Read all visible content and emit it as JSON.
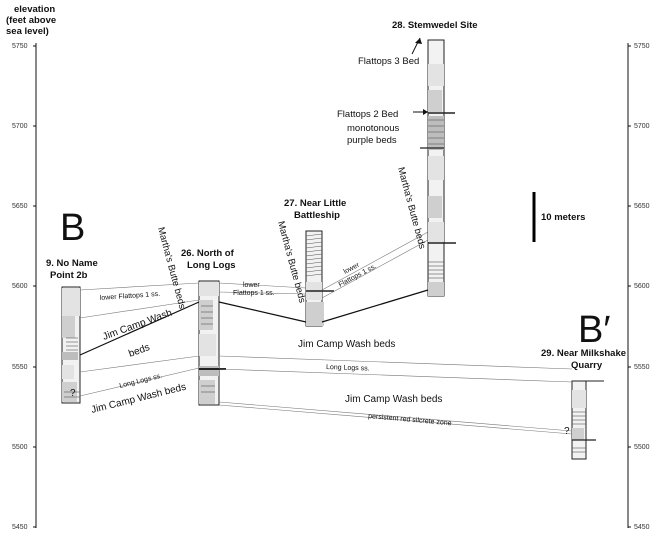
{
  "axis": {
    "title_lines": [
      "elevation",
      "(feet above",
      "sea level)"
    ],
    "ticks": [
      "5750",
      "5700",
      "5650",
      "5600",
      "5550",
      "5500",
      "5450"
    ],
    "right_ticks": [
      "5750",
      "5700",
      "5650",
      "5600",
      "5550",
      "5500",
      "5450"
    ]
  },
  "section_letters": {
    "left": "B",
    "right": "B′"
  },
  "scale_bar": {
    "label": "10 meters"
  },
  "sections": {
    "s9": [
      "9. No Name",
      "Point 2b"
    ],
    "s26": [
      "26. North of",
      "Long Logs"
    ],
    "s27": [
      "27. Near Little",
      "Battleship"
    ],
    "s28": [
      "28. Stemwedel Site"
    ],
    "s29": [
      "29. Near Milkshake",
      "Quarry"
    ]
  },
  "units": {
    "flattops3": "Flattops 3 Bed",
    "flattops2": "Flattops 2 Bed",
    "monotonous": [
      "monotonous",
      "purple beds"
    ],
    "marthas_1": "Martha's Butte beds",
    "marthas_2": "Martha's Butte beds",
    "marthas_3": "Martha's Butte beds",
    "lower_flattops_a": "lower Flattops 1 ss.",
    "lower_flattops_b": [
      "lower",
      "Flattops 1 ss."
    ],
    "lower_flattops_c": [
      "lower",
      "Flattops 1 ss."
    ],
    "jim_camp_1": [
      "Jim Camp Wash",
      "beds"
    ],
    "jim_camp_2": "Jim Camp Wash beds",
    "jim_camp_3": "Jim Camp Wash beds",
    "jim_camp_4": "Jim Camp Wash beds",
    "long_logs_a": "Long Logs ss.",
    "long_logs_b": "Long Logs ss.",
    "persistent": "persistent red silcrete zone",
    "question_left": "?",
    "question_right": "?"
  }
}
